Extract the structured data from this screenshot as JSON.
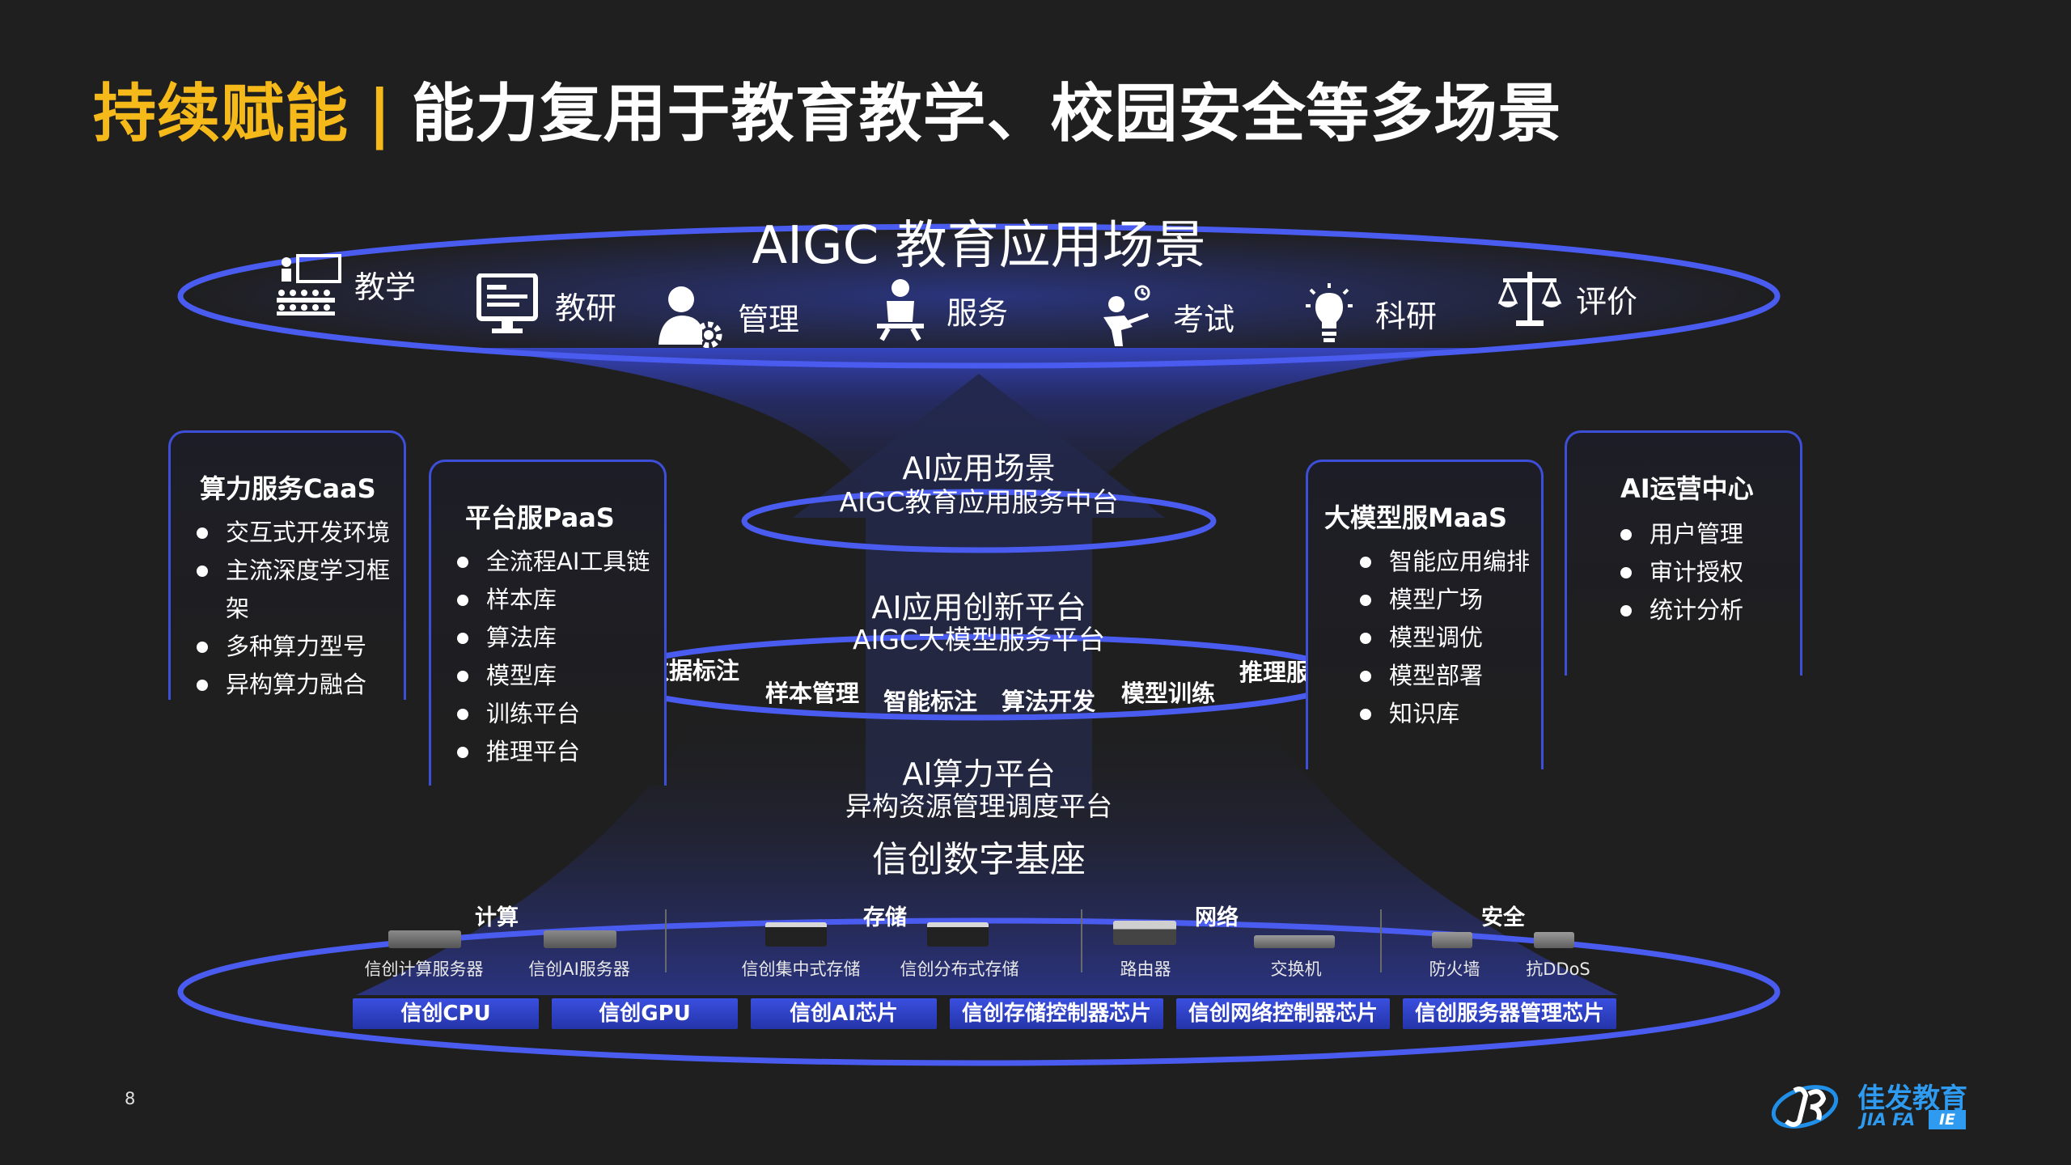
{
  "title": {
    "highlight": "持续赋能",
    "separator": "|",
    "rest": "能力复用于教育教学、校园安全等多场景"
  },
  "scenarios": {
    "title": "AIGC 教育应用场景",
    "items": [
      {
        "label": "教学",
        "icon": "classroom-icon"
      },
      {
        "label": "教研",
        "icon": "monitor-icon"
      },
      {
        "label": "管理",
        "icon": "user-gear-icon"
      },
      {
        "label": "服务",
        "icon": "service-person-icon"
      },
      {
        "label": "考试",
        "icon": "exam-person-icon"
      },
      {
        "label": "科研",
        "icon": "lightbulb-icon"
      },
      {
        "label": "评价",
        "icon": "scales-icon"
      }
    ]
  },
  "layers": {
    "app": {
      "title": "AI应用场景",
      "subtitle": "AIGC教育应用服务中台"
    },
    "innovation": {
      "title": "AI应用创新平台",
      "subtitle": "AIGC大模型服务平台",
      "ring_items": [
        "数据标注",
        "样本管理",
        "智能标注",
        "算法开发",
        "模型训练",
        "推理服务"
      ]
    },
    "compute": {
      "title": "AI算力平台",
      "subtitle": "异构资源管理调度平台"
    },
    "base": {
      "title": "信创数字基座"
    }
  },
  "panels": {
    "caas": {
      "title": "算力服务CaaS",
      "items": [
        "交互式开发环境",
        "主流深度学习框",
        "架",
        "多种算力型号",
        "异构算力融合"
      ]
    },
    "paas": {
      "title": "平台服PaaS",
      "items": [
        "全流程AI工具链",
        "样本库",
        "算法库",
        "模型库",
        "训练平台",
        "推理平台"
      ]
    },
    "maas": {
      "title": "大模型服MaaS",
      "items": [
        "智能应用编排",
        "模型广场",
        "模型调优",
        "模型部署",
        "知识库"
      ]
    },
    "ops": {
      "title": "AI运营中心",
      "items": [
        "用户管理",
        "审计授权",
        "统计分析"
      ]
    }
  },
  "infrastructure": {
    "categories": [
      {
        "label": "计算",
        "devices": [
          "信创计算服务器",
          "信创AI服务器"
        ]
      },
      {
        "label": "存储",
        "devices": [
          "信创集中式存储",
          "信创分布式存储"
        ]
      },
      {
        "label": "网络",
        "devices": [
          "路由器",
          "交换机"
        ]
      },
      {
        "label": "安全",
        "devices": [
          "防火墙",
          "抗DDoS"
        ]
      }
    ],
    "chips": [
      "信创CPU",
      "信创GPU",
      "信创AI芯片",
      "信创存储控制器芯片",
      "信创网络控制器芯片",
      "信创服务器管理芯片"
    ]
  },
  "footer": {
    "page_number": "8",
    "logo_cn": "佳发教育",
    "logo_en": "JIA FA",
    "logo_badge": "IE"
  },
  "colors": {
    "accent": "#f6b91a",
    "ring": "#4a5cf0",
    "panel_border": "#3d4fd8",
    "chip": "#2f42c8",
    "background": "#1f1f20"
  }
}
